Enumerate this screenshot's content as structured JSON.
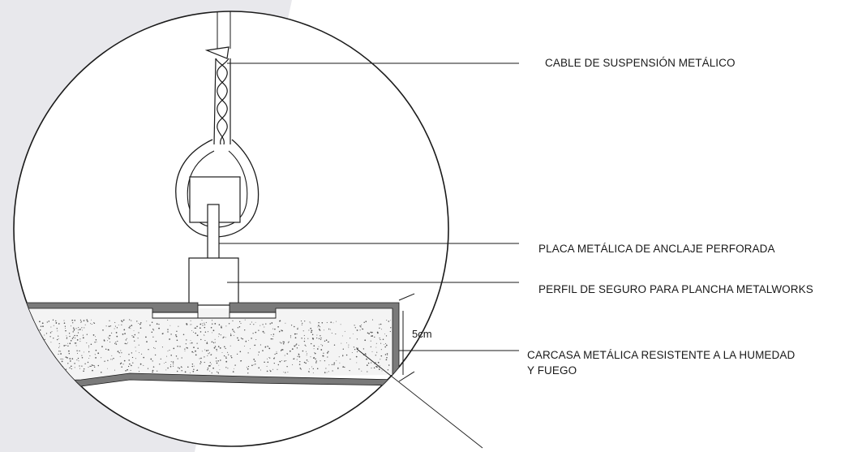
{
  "labels": {
    "cable": "CABLE DE SUSPENSIÓN METÁLICO",
    "plate": "PLACA METÁLICA DE ANCLAJE PERFORADA",
    "profile": "PERFIL DE SEGURO PARA PLANCHA METALWORKS",
    "casing_line1": "CARCASA METÁLICA RESISTENTE A LA HUMEDAD",
    "casing_line2": "Y FUEGO"
  },
  "dimension": "5cm",
  "colors": {
    "background_band": "#e8e8ec",
    "line": "#1a1a1a",
    "casing": "#7a7a7a",
    "core_fill": "#f4f4f4"
  }
}
